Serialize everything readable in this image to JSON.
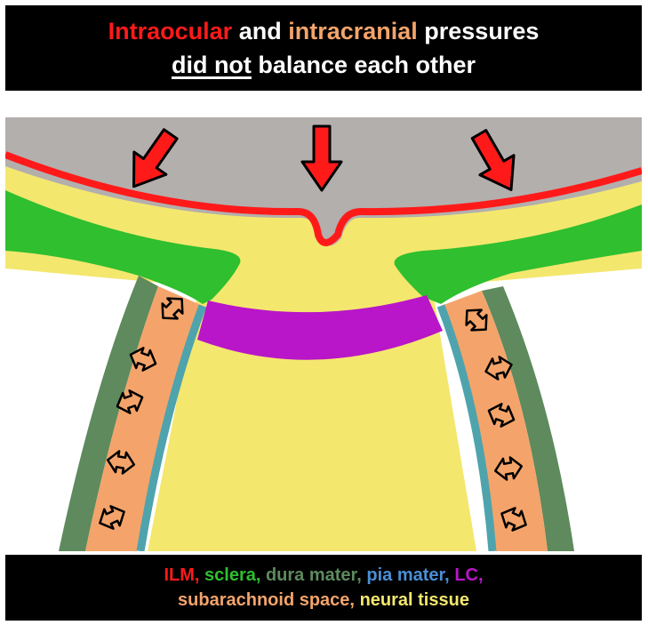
{
  "title": {
    "line1": {
      "intraocular": "Intraocular",
      "and": " and ",
      "intracranial": "intracranial",
      "pressures": " pressures"
    },
    "line2": {
      "did_not": "did not",
      "rest": " balance each other"
    }
  },
  "legend": {
    "ilm": "ILM,",
    "sclera": "sclera,",
    "dura": "dura mater,",
    "pia": "pia mater,",
    "lc": "LC,",
    "subarachnoid": "subarachnoid space,",
    "neural": "neural tissue"
  },
  "colors": {
    "ilm": "#ff1a1a",
    "sclera": "#2fbf2f",
    "dura": "#5e8a5e",
    "pia": "#4a8fd6",
    "lc": "#b816c8",
    "subarachnoid": "#f4a46a",
    "neural": "#f4e76e",
    "vitreous": "#b3afad",
    "pia_band": "#4fa3ad",
    "title_intraocular": "#ff1a1a",
    "title_intracranial": "#f4a46a"
  },
  "icons": [
    "pressure-arrow-icon",
    "bidirectional-arrow-icon"
  ]
}
